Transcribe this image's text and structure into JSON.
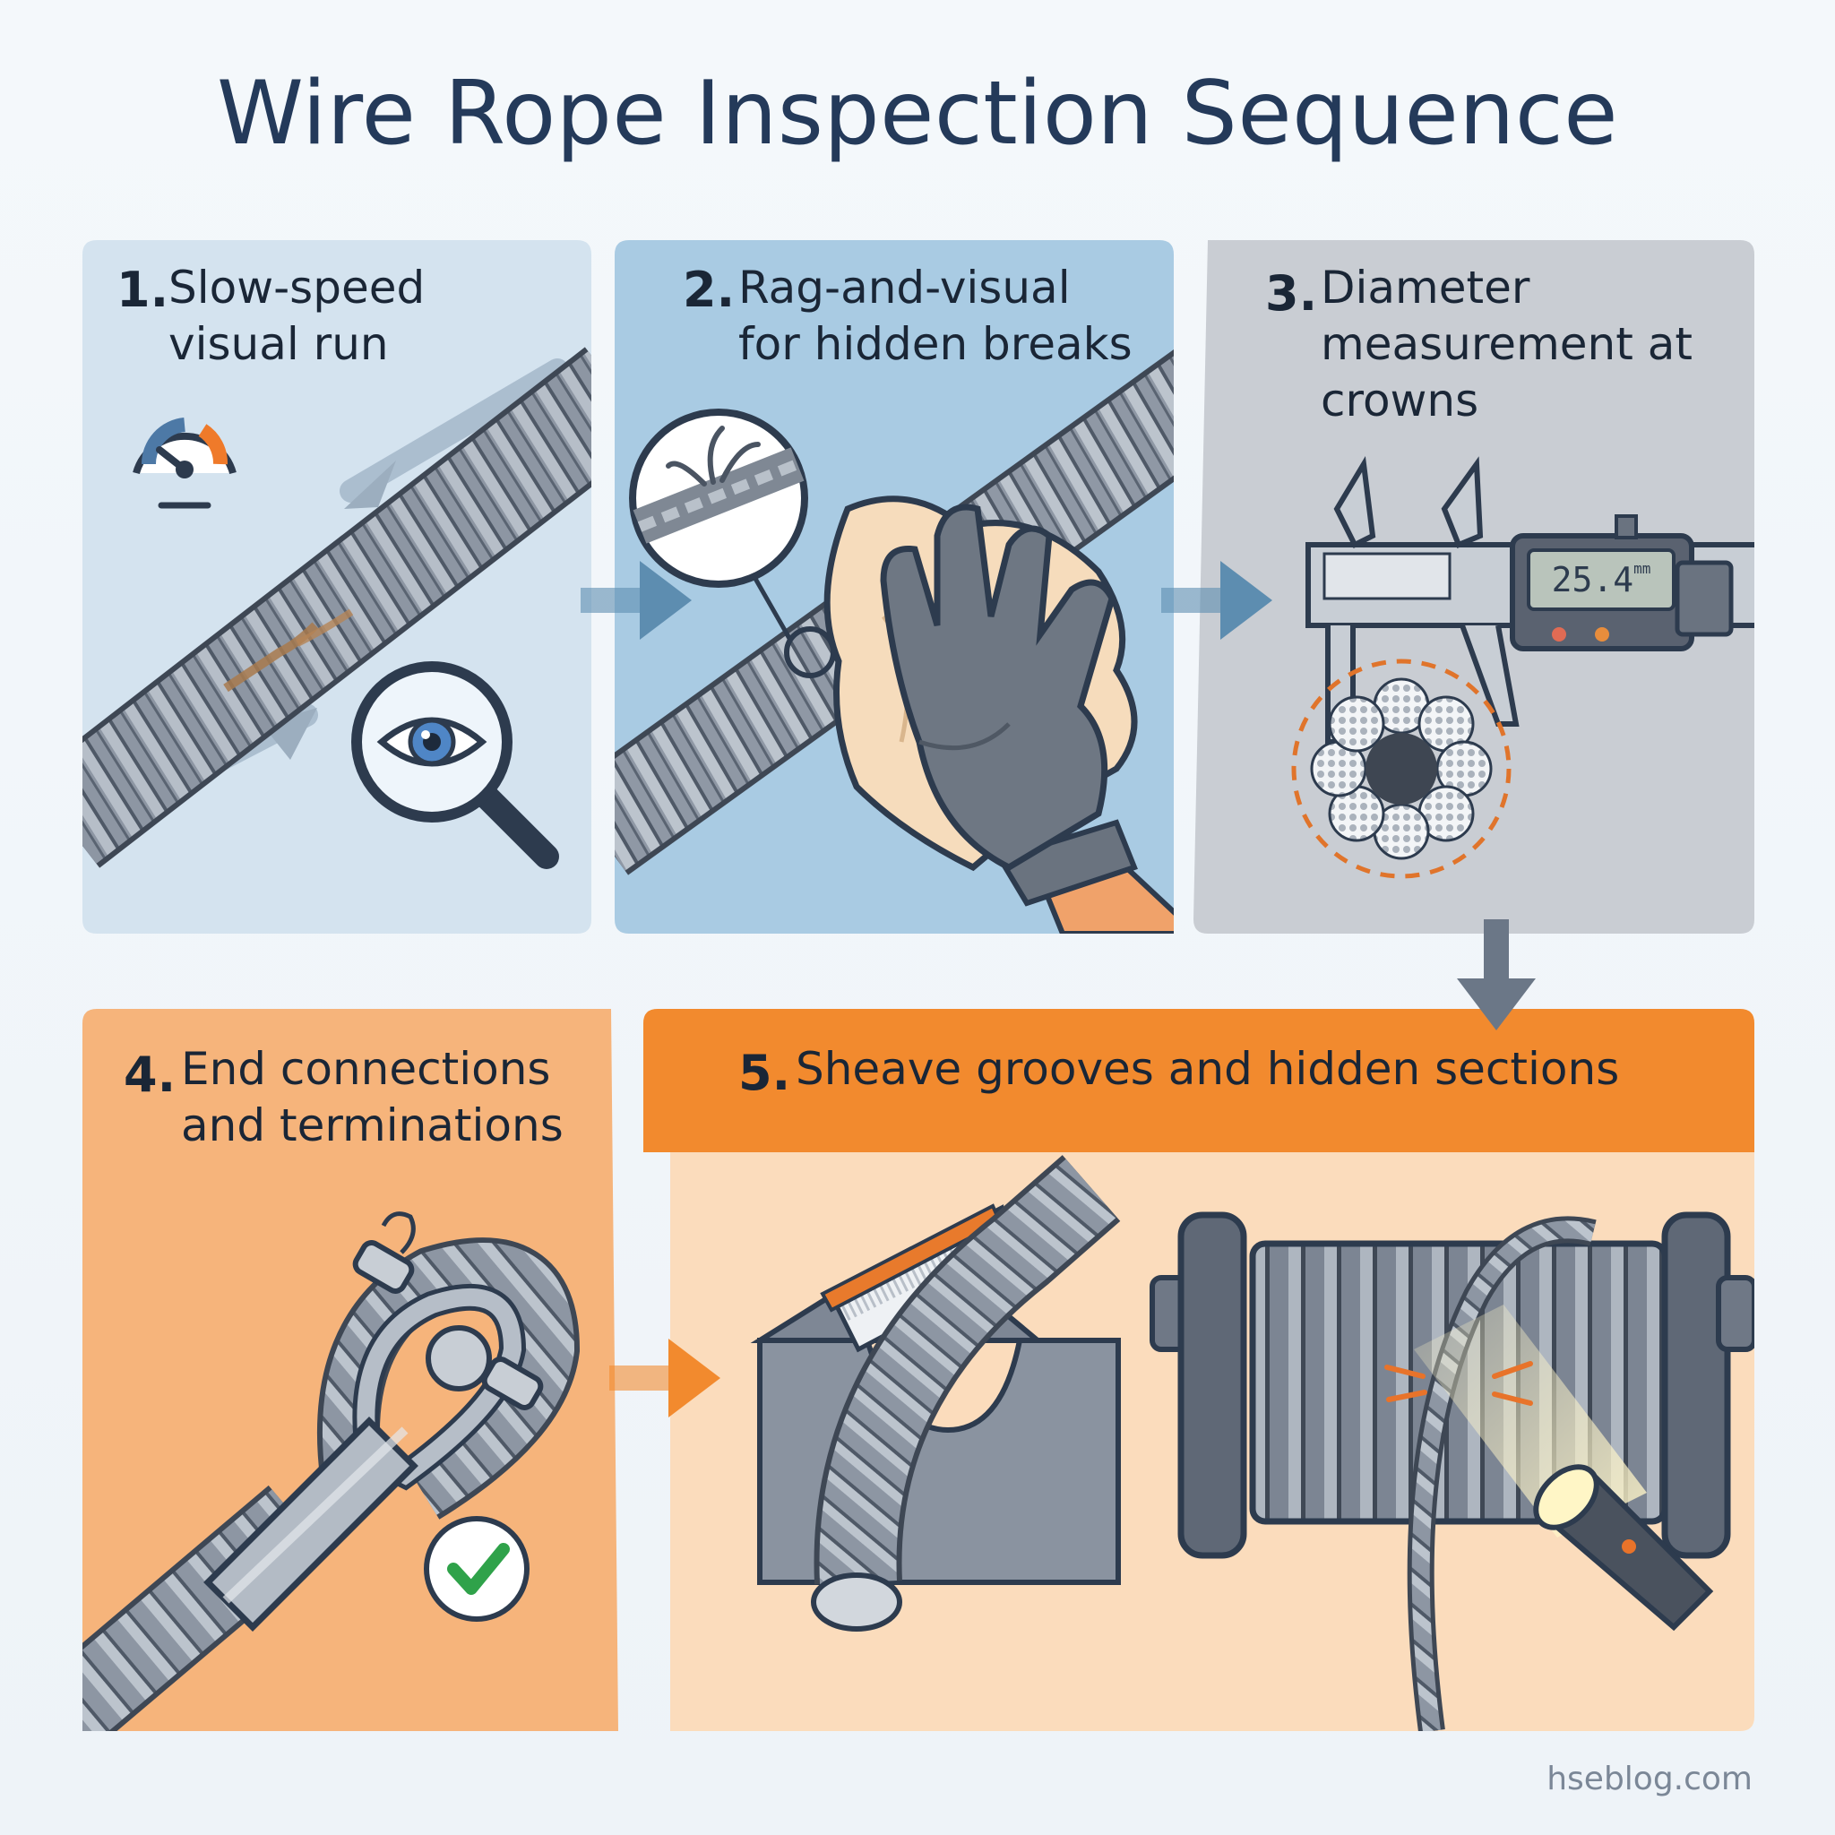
{
  "title": "Wire Rope Inspection Sequence",
  "steps": [
    {
      "number": "1.",
      "lines": [
        "Slow-speed",
        "visual run"
      ],
      "icons": [
        "speedometer-icon",
        "magnifier-eye-icon"
      ],
      "bg": "#d4e3ef"
    },
    {
      "number": "2.",
      "lines": [
        "Rag-and-visual",
        "for hidden breaks"
      ],
      "icons": [
        "glove-icon",
        "rag-icon",
        "broken-wire-zoom-icon"
      ],
      "bg": "#a9cbe3"
    },
    {
      "number": "3.",
      "lines": [
        "Diameter",
        "measurement at",
        "crowns"
      ],
      "icons": [
        "caliper-icon",
        "rope-cross-section-icon"
      ],
      "bg": "#c9cdd3"
    },
    {
      "number": "4.",
      "lines": [
        "End connections",
        "and terminations"
      ],
      "icons": [
        "shackle-thimble-icon",
        "check-icon"
      ],
      "bg": "#f6b47b"
    },
    {
      "number": "5.",
      "lines": [
        "Sheave grooves and hidden sections"
      ],
      "icons": [
        "sheave-groove-icon",
        "drum-icon",
        "flashlight-icon"
      ],
      "bg": "#fbdcbc",
      "header_bg": "#f28a2e"
    }
  ],
  "caliper_readout": "25.4",
  "caliper_unit": "mm",
  "credit": "hseblog.com",
  "colors": {
    "title": "#243a5a",
    "accent_orange": "#f28a2e",
    "arrow_blue": "#5d8db0",
    "check_green": "#2fa24a"
  }
}
